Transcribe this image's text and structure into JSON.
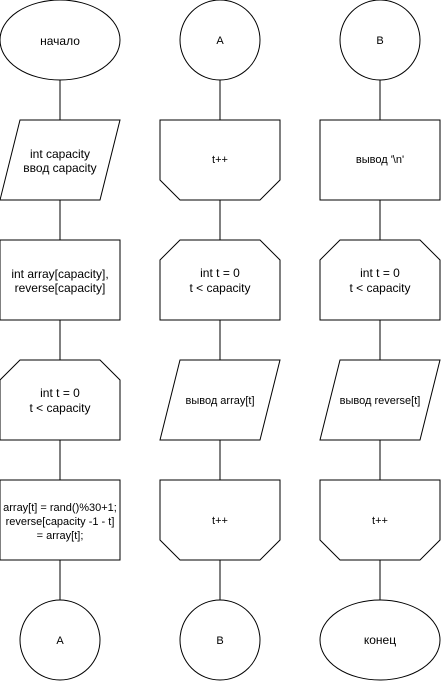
{
  "col1": {
    "start": "начало",
    "io_line1": "int capacity",
    "io_line2": "ввод capacity",
    "decl_line1": "int array[capacity],",
    "decl_line2": "reverse[capacity]",
    "loop_line1": "int t = 0",
    "loop_line2": "t < capacity",
    "assign_line1": "array[t] = rand()%30+1;",
    "assign_line2": "reverse[capacity -1 - t]",
    "assign_line3": "= array[t];",
    "connector": "A"
  },
  "col2": {
    "connector_in": "A",
    "inc_top": "t++",
    "loop_line1": "int t = 0",
    "loop_line2": "t < capacity",
    "output": "вывод array[t]",
    "inc_bottom": "t++",
    "connector_out": "B"
  },
  "col3": {
    "connector_in": "B",
    "output_newline": "вывод '\\n'",
    "loop_line1": "int t = 0",
    "loop_line2": "t < capacity",
    "output": "вывод reverse[t]",
    "inc_bottom": "t++",
    "end": "конец"
  }
}
